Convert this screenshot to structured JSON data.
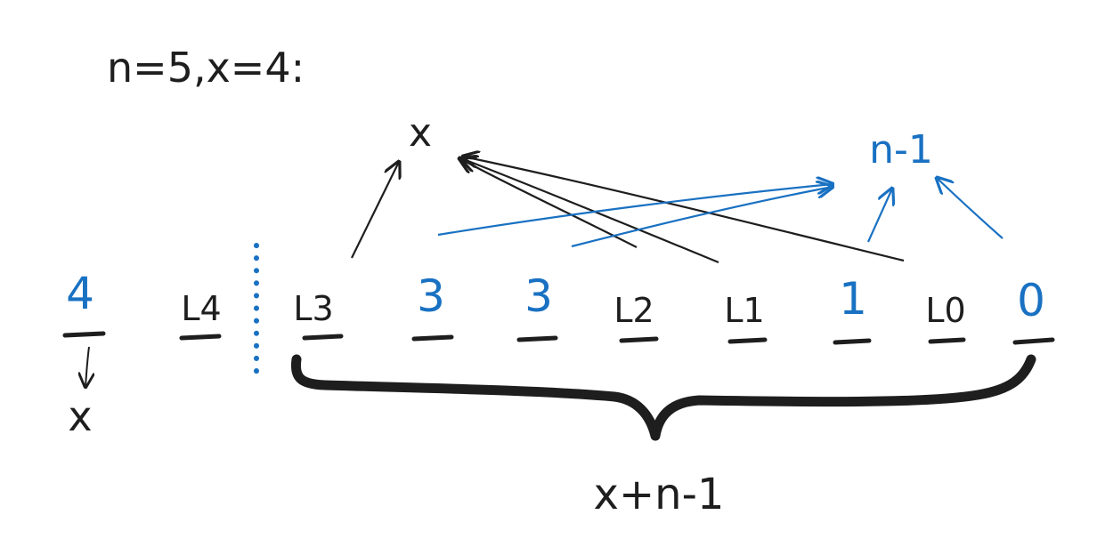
{
  "heading": "n=5,x=4:",
  "colors": {
    "ink": "#1e1e1e",
    "accent": "#1971c2"
  },
  "slots": [
    {
      "label": "4",
      "color": "accent"
    },
    {
      "label": "L4",
      "color": "ink"
    },
    {
      "label": "L3",
      "color": "ink"
    },
    {
      "label": "3",
      "color": "accent"
    },
    {
      "label": "3",
      "color": "accent"
    },
    {
      "label": "L2",
      "color": "ink"
    },
    {
      "label": "L1",
      "color": "ink"
    },
    {
      "label": "1",
      "color": "accent"
    },
    {
      "label": "L0",
      "color": "ink"
    },
    {
      "label": "0",
      "color": "accent"
    }
  ],
  "x_target": "x",
  "n1_target": "n-1",
  "first_slot_down_label": "x",
  "brace_label": "x+n-1"
}
